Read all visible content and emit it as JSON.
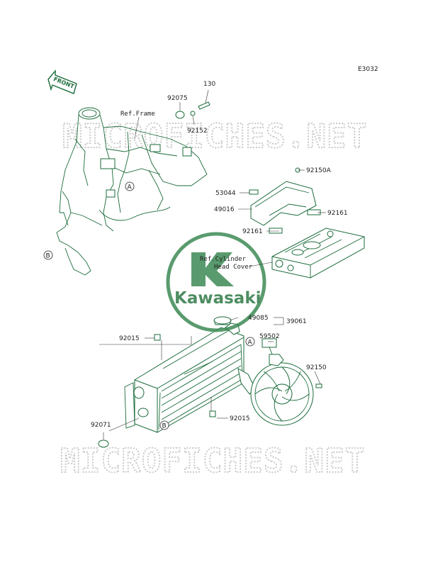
{
  "diagram_code": "E3032",
  "front_label": "FRONT",
  "watermark": "MICROFICHES.NET",
  "logo_text": "Kawasaki",
  "callouts": {
    "a": "A",
    "b": "B"
  },
  "refs": {
    "frame": "Ref.Frame",
    "cylinder_1": "Ref.Cylinder",
    "cylinder_2": "Head Cover"
  },
  "parts": {
    "p130": "130",
    "p92075": "92075",
    "p92152": "92152",
    "p92150A": "92150A",
    "p53044": "53044",
    "p49016": "49016",
    "p92161a": "92161",
    "p92161b": "92161",
    "p49085": "49085",
    "p39061": "39061",
    "p59502": "59502",
    "p92150": "92150",
    "p92015a": "92015",
    "p92015b": "92015",
    "p92071": "92071"
  },
  "colors": {
    "line": "#1a6b3a",
    "logo": "#2f7a46",
    "watermark": "#c9cbc9"
  }
}
